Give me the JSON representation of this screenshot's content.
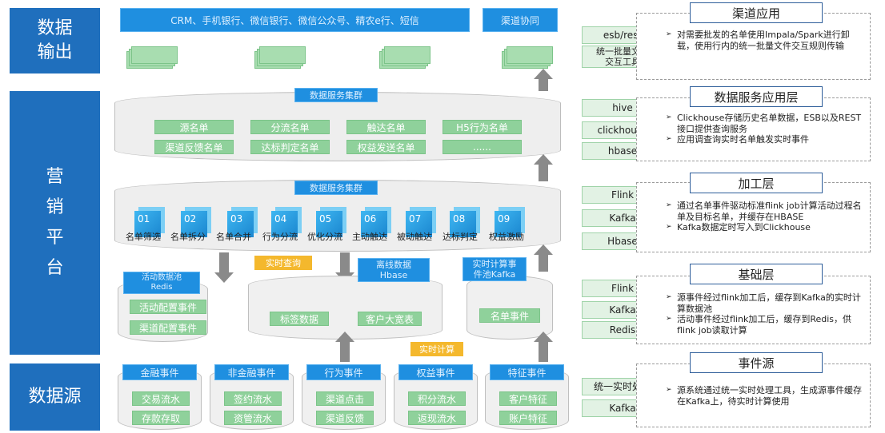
{
  "left_labels": {
    "output": "数据\n输出",
    "platform": "营\n销\n平\n台",
    "source": "数据源"
  },
  "output": {
    "channels_bar": "CRM、手机银行、微信银行、微信公众号、精农e行、短信",
    "coord_bar": "渠道协同"
  },
  "service_cluster": {
    "title": "数据服务集群",
    "items": [
      "源名单",
      "分流名单",
      "触达名单",
      "H5行为名单",
      "渠道反馈名单",
      "达标判定名单",
      "权益发送名单",
      "......"
    ]
  },
  "compute_cluster": {
    "title": "数据服务集群",
    "cubes": [
      {
        "num": "01",
        "label": "名单筛选"
      },
      {
        "num": "02",
        "label": "名单拆分"
      },
      {
        "num": "03",
        "label": "名单合并"
      },
      {
        "num": "04",
        "label": "行为分流"
      },
      {
        "num": "05",
        "label": "优化分流"
      },
      {
        "num": "06",
        "label": "主动触达"
      },
      {
        "num": "07",
        "label": "被动触达"
      },
      {
        "num": "08",
        "label": "达标判定"
      },
      {
        "num": "09",
        "label": "权益激励"
      }
    ]
  },
  "storage": {
    "redis_title": "活动数据池\nRedis",
    "redis_items": [
      "活动配置事件",
      "渠道配置事件"
    ],
    "realtime_query": "实时查询",
    "hbase_title": "离线数据\nHbase",
    "hbase_items": [
      "标签数据",
      "客户大宽表"
    ],
    "kafka_title": "实时计算事\n件池Kafka",
    "kafka_items": [
      "名单事件"
    ],
    "realtime_compute": "实时计算"
  },
  "sources": [
    {
      "title": "金融事件",
      "items": [
        "交易流水",
        "存款存取"
      ]
    },
    {
      "title": "非金融事件",
      "items": [
        "签约流水",
        "资管流水"
      ]
    },
    {
      "title": "行为事件",
      "items": [
        "渠道点击",
        "渠道反馈"
      ]
    },
    {
      "title": "权益事件",
      "items": [
        "积分流水",
        "返现流水"
      ]
    },
    {
      "title": "特征事件",
      "items": [
        "客户特征",
        "账户特征"
      ]
    }
  ],
  "tech": {
    "output": [
      "esb/rest",
      "统一批量文本\n交互工具"
    ],
    "service": [
      "hive",
      "clickhouse",
      "hbase"
    ],
    "process": [
      "Flink",
      "Kafka",
      "Hbase"
    ],
    "base": [
      "Flink",
      "Kafka",
      "Redis"
    ],
    "source": [
      "统一实时处理",
      "Kafka"
    ]
  },
  "panels": [
    {
      "title": "渠道应用",
      "bullets": [
        "对需要批发的名单使用Impala/Spark进行卸载，使用行内的统一批量文件交互规则传输"
      ]
    },
    {
      "title": "数据服务应用层",
      "bullets": [
        "Clickhouse存储历史名单数据，ESB以及REST接口提供查询服务",
        "应用调查询实时名单触发实时事件"
      ]
    },
    {
      "title": "加工层",
      "bullets": [
        "通过名单事件驱动标准flink job计算活动过程名单及目标名单，并缓存在HBASE",
        "Kafka数据定时写入到Clickhouse"
      ]
    },
    {
      "title": "基础层",
      "bullets": [
        "源事件经过flink加工后，缓存到Kafka的实时计算数据池",
        "活动事件经过flink加工后，缓存到Redis，供flink job读取计算"
      ]
    },
    {
      "title": "事件源",
      "bullets": [
        "源系统通过统一实时处理工具，生成源事件缓存在Kafka上，待实时计算使用"
      ]
    }
  ],
  "colors": {
    "primary_blue": "#1f6fbd",
    "bar_blue": "#1f8fe0",
    "green": "#8fd19b",
    "orange": "#f4b82d",
    "arrow_gray": "#8a8a8a"
  }
}
